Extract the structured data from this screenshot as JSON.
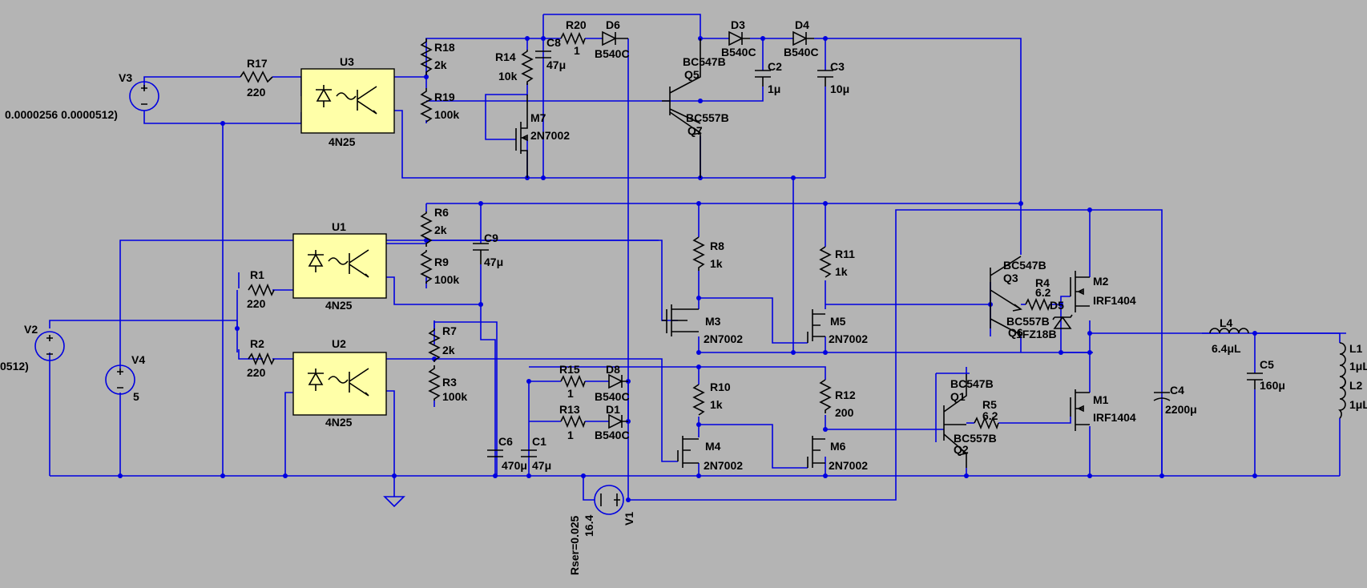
{
  "labels": {
    "R17": "R17",
    "R17v": "220",
    "U3": "U3",
    "U3v": "4N25",
    "V3": "V3",
    "V3v": "0.0000256 0.0000512)",
    "R18": "R18",
    "R18v": "2k",
    "R19": "R19",
    "R19v": "100k",
    "R14": "R14",
    "R14v": "10k",
    "C8": "C8",
    "C8v": "47μ",
    "R20": "R20",
    "R20v": "1",
    "D6": "D6",
    "D6v": "B540C",
    "M7": "M7",
    "M7v": "2N7002",
    "Q5": "Q5",
    "Q5v": "BC547B",
    "Q7": "Q7",
    "Q7v": "BC557B",
    "D3": "D3",
    "D3v": "B540C",
    "D4": "D4",
    "D4v": "B540C",
    "C2": "C2",
    "C2v": "1μ",
    "C3": "C3",
    "C3v": "10μ",
    "U1": "U1",
    "U1v": "4N25",
    "R6": "R6",
    "R6v": "2k",
    "R9": "R9",
    "R9v": "100k",
    "C9": "C9",
    "C9v": "47μ",
    "R1": "R1",
    "R1v": "220",
    "R2": "R2",
    "R2v": "220",
    "V2": "V2",
    "V2v": "0512)",
    "V4": "V4",
    "V4v": "5",
    "U2": "U2",
    "U2v": "4N25",
    "R7": "R7",
    "R7v": "2k",
    "R3": "R3",
    "R3v": "100k",
    "R8": "R8",
    "R8v": "1k",
    "R11": "R11",
    "R11v": "1k",
    "M3": "M3",
    "M3v": "2N7002",
    "M5": "M5",
    "M5v": "2N7002",
    "R15": "R15",
    "R15v": "1",
    "D8": "D8",
    "D8v": "B540C",
    "R13": "R13",
    "R13v": "1",
    "D1": "D1",
    "D1v": "B540C",
    "C6": "C6",
    "C6v": "470μ",
    "C1": "C1",
    "C1v": "47μ",
    "R10": "R10",
    "R10v": "1k",
    "R12": "R12",
    "R12v": "200",
    "M4": "M4",
    "M4v": "2N7002",
    "M6": "M6",
    "M6v": "2N7002",
    "Q3": "Q3",
    "Q3v": "BC547B",
    "Q6": "Q6",
    "Q6v": "BC557B",
    "R4": "R4",
    "R4v": "6.2",
    "D5": "D5",
    "D5v": "1FZ18B",
    "M2": "M2",
    "M2v": "IRF1404",
    "Q1": "Q1",
    "Q1v": "BC547B",
    "Q2": "Q2",
    "Q2v": "BC557B",
    "R5": "R5",
    "R5v": "6.2",
    "M1": "M1",
    "M1v": "IRF1404",
    "C4": "C4",
    "C4v": "2200μ",
    "L4": "L4",
    "L4v": "6.4μL",
    "C5": "C5",
    "C5v": "160μ",
    "L1": "L1",
    "L1v": "1μL",
    "L2": "L2",
    "L2v": "1μL",
    "V1": "V1",
    "V1v": "16.4",
    "V1r": "Rser=0.025"
  }
}
